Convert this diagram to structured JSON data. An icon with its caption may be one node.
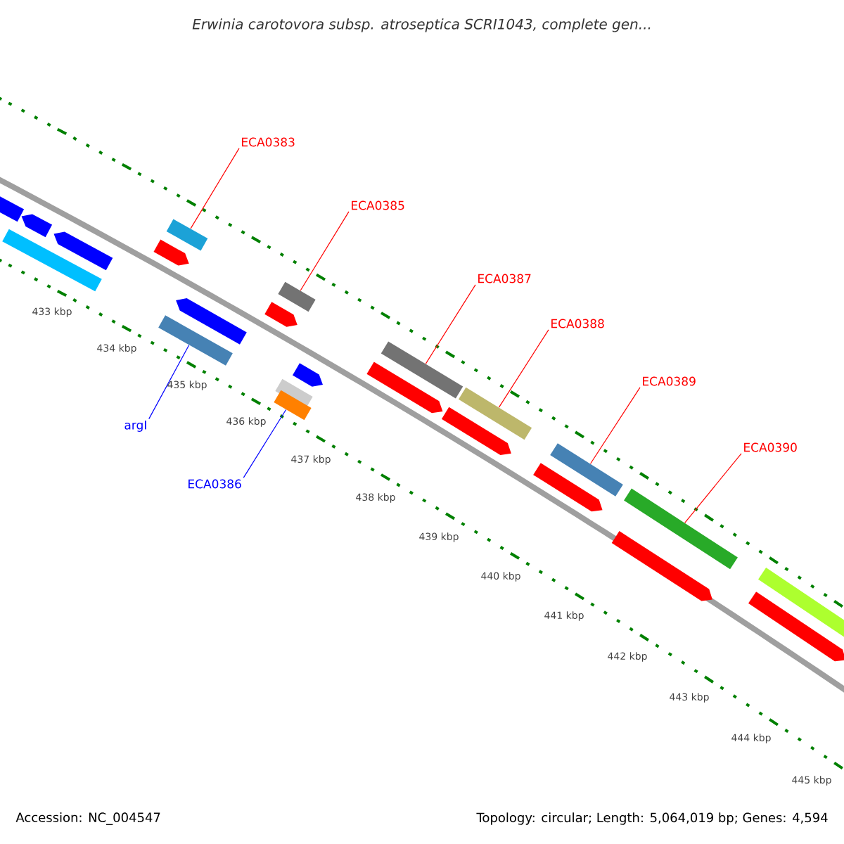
{
  "diagram": {
    "title": "Erwinia carotovora subsp. atroseptica SCRI1043, complete gen...",
    "nodes": [
      {
        "text": [
          "ECA0383"
        ]
      },
      {
        "text": [
          "ECA0385"
        ]
      },
      {
        "text": [
          "ECA0387"
        ]
      },
      {
        "text": [
          "ECA0388"
        ]
      },
      {
        "text": [
          "ECA0389"
        ]
      },
      {
        "text": [
          "argI"
        ]
      },
      {
        "text": [
          "ECA0390"
        ]
      },
      {
        "text": [
          "ECA0386"
        ]
      },
      {
        "text": [],
        "shape": "bar"
      },
      {
        "text": [],
        "shape": "bar"
      },
      {
        "text": [],
        "shape": "bar"
      },
      {
        "text": [],
        "shape": "bar"
      },
      {
        "text": [],
        "shape": "bar"
      },
      {
        "text": [],
        "shape": "bar"
      },
      {
        "text": [],
        "shape": "bar"
      },
      {
        "text": [],
        "shape": "bar"
      }
    ],
    "edges": [
      {
        "from": 0,
        "to": 8,
        "arrow": "none"
      },
      {
        "from": 1,
        "to": 11,
        "arrow": "none"
      },
      {
        "from": 2,
        "to": 12,
        "arrow": "none"
      },
      {
        "from": 3,
        "to": 13,
        "arrow": "none"
      },
      {
        "from": 4,
        "to": 14,
        "arrow": "none"
      },
      {
        "from": 5,
        "to": 9,
        "arrow": "none",
        "color": "#0000ff"
      },
      {
        "from": 6,
        "to": 15,
        "arrow": "none"
      },
      {
        "from": 7,
        "to": 10,
        "arrow": "none",
        "color": "#0000ff"
      }
    ],
    "labels": [
      "433 kbp",
      "434 kbp",
      "435 kbp",
      "436 kbp",
      "437 kbp",
      "438 kbp",
      "439 kbp",
      "440 kbp",
      "441 kbp",
      "442 kbp",
      "443 kbp",
      "444 kbp",
      "445 kbp",
      "Accession: NC_004547",
      "Topology: circular; Length: 5,064,019 bp; Genes: 4,594"
    ]
  }
}
